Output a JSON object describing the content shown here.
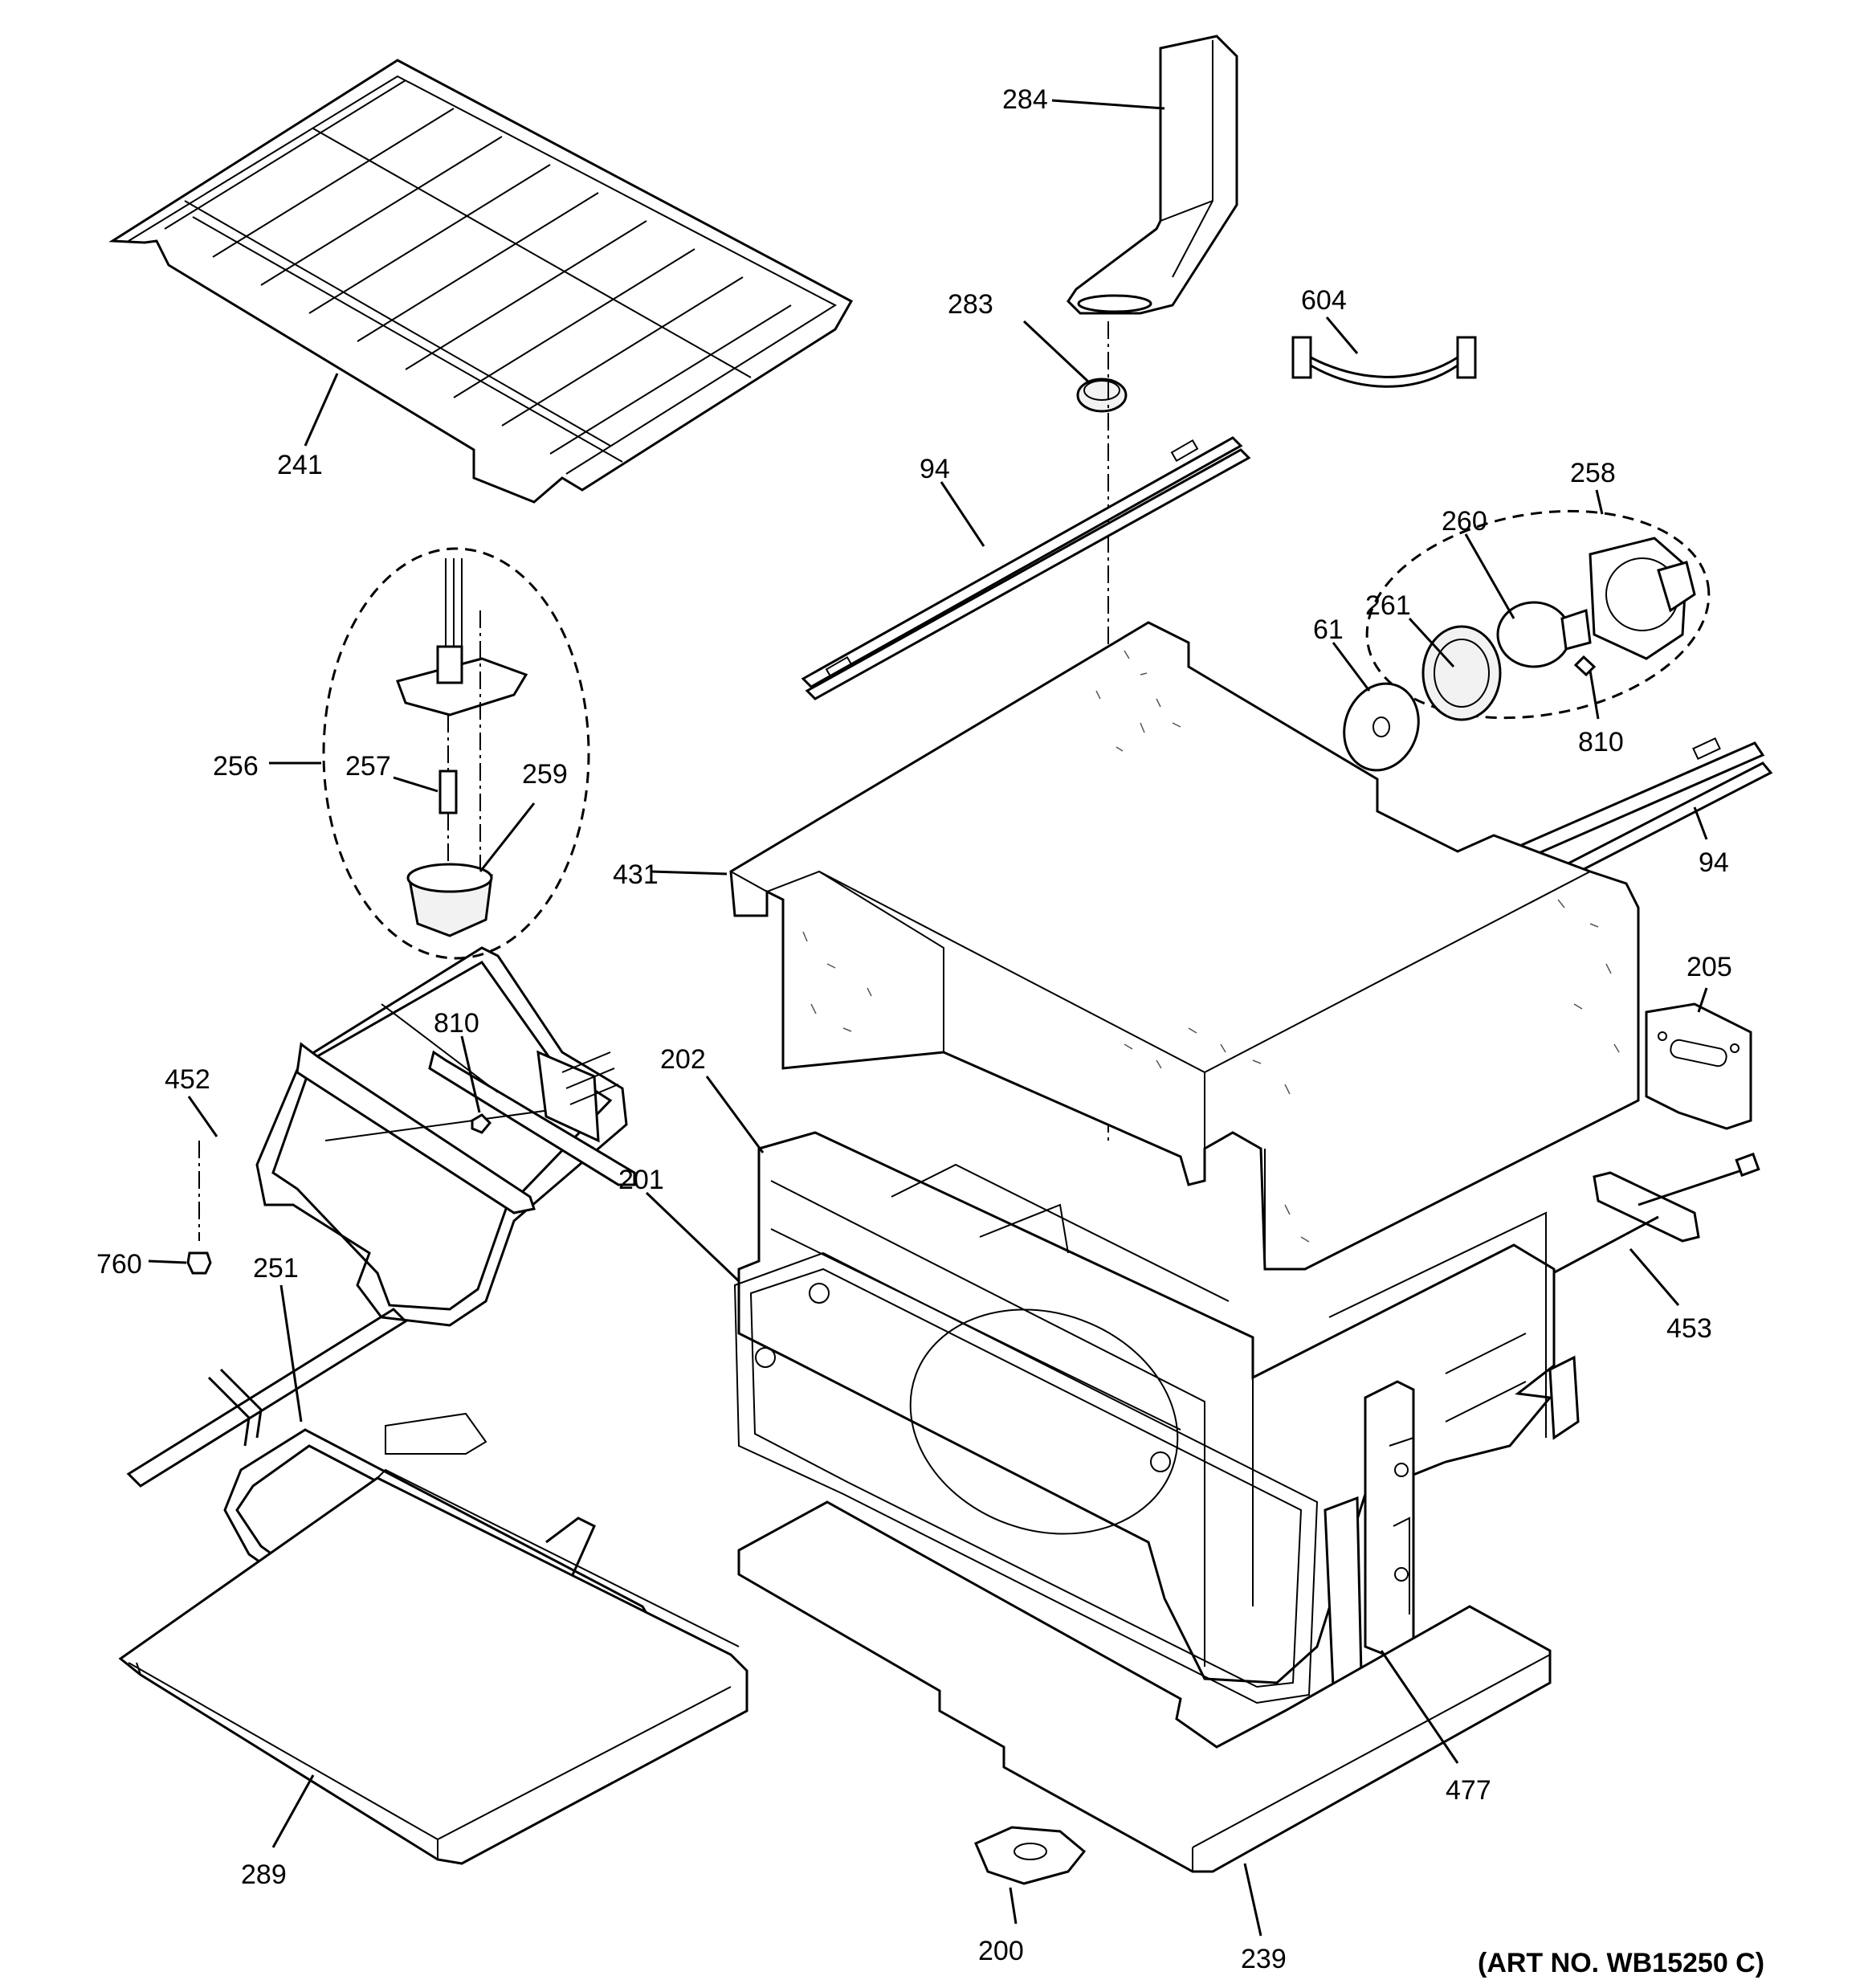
{
  "labels": {
    "p284": "284",
    "p283": "283",
    "p604": "604",
    "p241": "241",
    "p94a": "94",
    "p94b": "94",
    "p258": "258",
    "p260": "260",
    "p261": "261",
    "p61": "61",
    "p810a": "810",
    "p810b": "810",
    "p256": "256",
    "p257": "257",
    "p259": "259",
    "p431": "431",
    "p452": "452",
    "p202": "202",
    "p205": "205",
    "p201": "201",
    "p760": "760",
    "p453": "453",
    "p251": "251",
    "p477": "477",
    "p289": "289",
    "p200": "200",
    "p239": "239"
  },
  "art_number": "(ART NO. WB15250 C)"
}
